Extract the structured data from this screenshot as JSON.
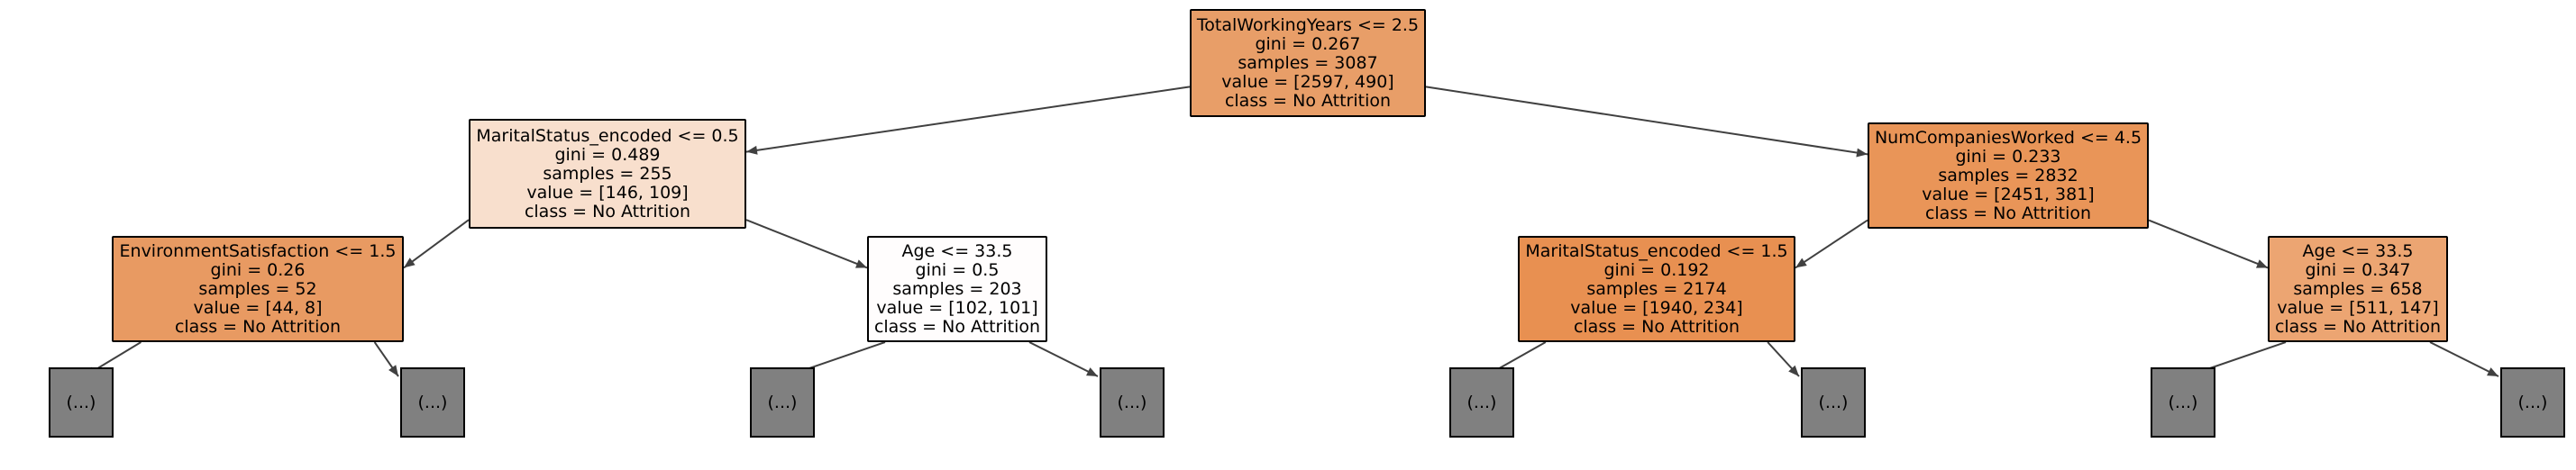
{
  "nodes": [
    {
      "id": "n0",
      "lines": [
        "TotalWorkingYears <= 2.5",
        "gini = 0.267",
        "samples = 3087",
        "value = [2597, 490]",
        "class = No Attrition"
      ],
      "fill": "#e89e68"
    },
    {
      "id": "n1",
      "lines": [
        "MaritalStatus_encoded <= 0.5",
        "gini = 0.489",
        "samples = 255",
        "value = [146, 109]",
        "class = No Attrition"
      ],
      "fill": "#f8dfcd"
    },
    {
      "id": "n2",
      "lines": [
        "EnvironmentSatisfaction <= 1.5",
        "gini = 0.26",
        "samples = 52",
        "value = [44, 8]",
        "class = No Attrition"
      ],
      "fill": "#e89a62"
    },
    {
      "id": "n3",
      "lines": [
        "Age <= 33.5",
        "gini = 0.5",
        "samples = 203",
        "value = [102, 101]",
        "class = No Attrition"
      ],
      "fill": "#fffdfd"
    },
    {
      "id": "n4",
      "lines": [
        "NumCompaniesWorked <= 4.5",
        "gini = 0.233",
        "samples = 2832",
        "value = [2451, 381]",
        "class = No Attrition"
      ],
      "fill": "#e99558"
    },
    {
      "id": "n5",
      "lines": [
        "MaritalStatus_encoded <= 1.5",
        "gini = 0.192",
        "samples = 2174",
        "value = [1940, 234]",
        "class = No Attrition"
      ],
      "fill": "#e89051"
    },
    {
      "id": "n6",
      "lines": [
        "Age <= 33.5",
        "gini = 0.347",
        "samples = 658",
        "value = [511, 147]",
        "class = No Attrition"
      ],
      "fill": "#eca572"
    }
  ],
  "leaves": [
    {
      "id": "l0",
      "label": "(...)"
    },
    {
      "id": "l1",
      "label": "(...)"
    },
    {
      "id": "l2",
      "label": "(...)"
    },
    {
      "id": "l3",
      "label": "(...)"
    },
    {
      "id": "l4",
      "label": "(...)"
    },
    {
      "id": "l5",
      "label": "(...)"
    },
    {
      "id": "l6",
      "label": "(...)"
    },
    {
      "id": "l7",
      "label": "(...)"
    }
  ],
  "edges": [
    [
      "n0",
      "n1"
    ],
    [
      "n0",
      "n4"
    ],
    [
      "n1",
      "n2"
    ],
    [
      "n1",
      "n3"
    ],
    [
      "n4",
      "n5"
    ],
    [
      "n4",
      "n6"
    ],
    [
      "n2",
      "l0"
    ],
    [
      "n2",
      "l1"
    ],
    [
      "n3",
      "l2"
    ],
    [
      "n3",
      "l3"
    ],
    [
      "n5",
      "l4"
    ],
    [
      "n5",
      "l5"
    ],
    [
      "n6",
      "l6"
    ],
    [
      "n6",
      "l7"
    ]
  ],
  "colors": {
    "edge": "#404040",
    "leaf_fill": "#808080",
    "border": "#000000"
  }
}
